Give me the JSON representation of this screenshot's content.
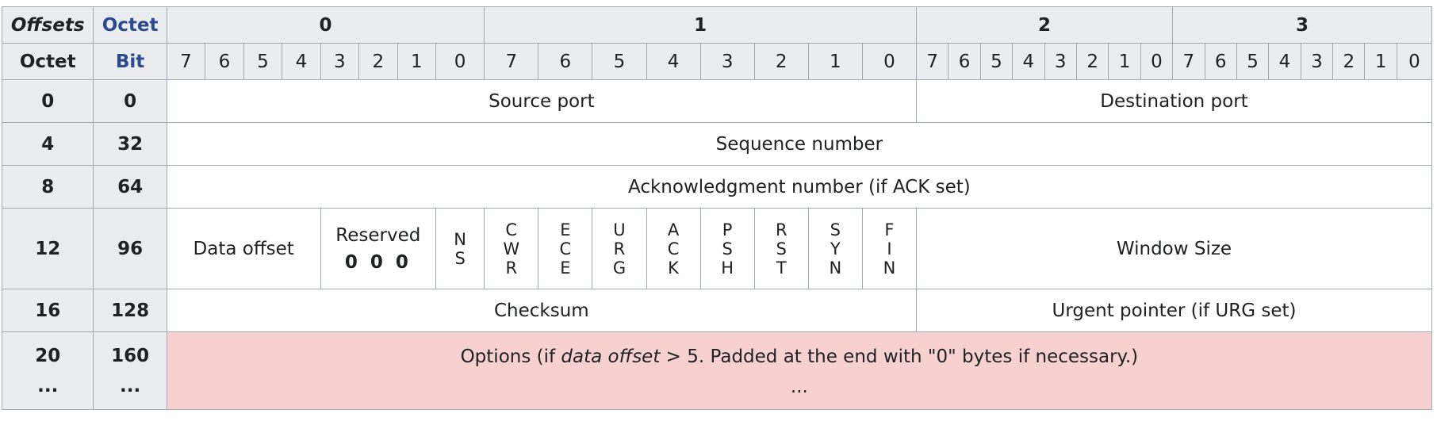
{
  "header": {
    "offsets_label": "Offsets",
    "octet_label_top": "Octet",
    "octet_label_side": "Octet",
    "bit_label": "Bit",
    "octets": [
      "0",
      "1",
      "2",
      "3"
    ],
    "bits": [
      "7",
      "6",
      "5",
      "4",
      "3",
      "2",
      "1",
      "0"
    ]
  },
  "rows": [
    {
      "octet": "0",
      "bit": "0",
      "source_port": "Source port",
      "destination_port": "Destination port"
    },
    {
      "octet": "4",
      "bit": "32",
      "sequence_number": "Sequence number"
    },
    {
      "octet": "8",
      "bit": "64",
      "ack_number": "Acknowledgment number (if ACK set)"
    },
    {
      "octet": "12",
      "bit": "96",
      "data_offset": "Data offset",
      "reserved_label": "Reserved",
      "reserved_bits": "0 0 0",
      "flags": [
        [
          "N",
          "S"
        ],
        [
          "C",
          "W",
          "R"
        ],
        [
          "E",
          "C",
          "E"
        ],
        [
          "U",
          "R",
          "G"
        ],
        [
          "A",
          "C",
          "K"
        ],
        [
          "P",
          "S",
          "H"
        ],
        [
          "R",
          "S",
          "T"
        ],
        [
          "S",
          "Y",
          "N"
        ],
        [
          "F",
          "I",
          "N"
        ]
      ],
      "window_size": "Window Size"
    },
    {
      "octet": "16",
      "bit": "128",
      "checksum": "Checksum",
      "urgent_pointer": "Urgent pointer (if URG set)"
    },
    {
      "octet": "20",
      "octet_more": "...",
      "bit": "160",
      "bit_more": "...",
      "options_pre": "Options (if ",
      "options_italic": "data offset",
      "options_post": " > 5. Padded at the end with \"0\" bytes if necessary.)",
      "options_more": "..."
    }
  ],
  "colors": {
    "header_bg": "#eaecf0",
    "options_bg": "#f7d0d0",
    "link_blue": "#2a4b8d",
    "border": "#a2a9b1"
  }
}
